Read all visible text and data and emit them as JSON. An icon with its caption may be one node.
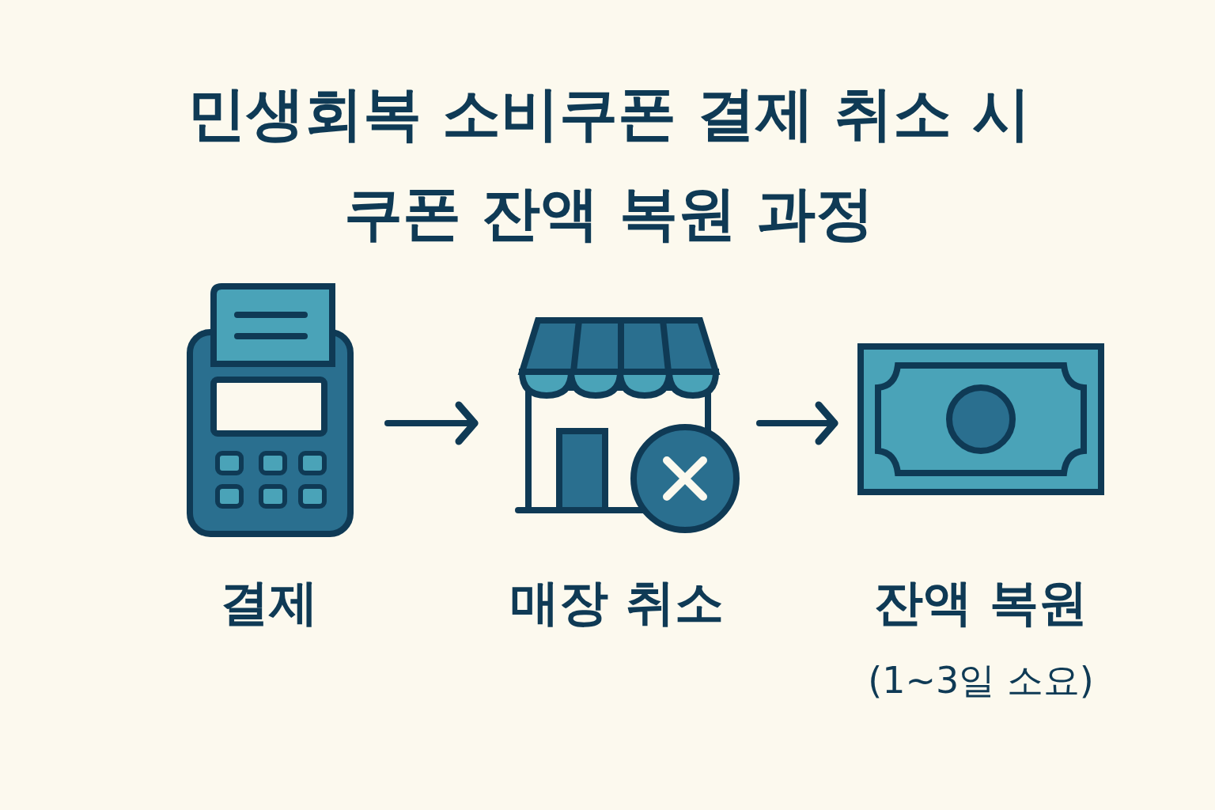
{
  "diagram": {
    "title": "민생회복 소비쿠폰 결제 취소 시 쿠폰 잔액 복원 과정",
    "nodes": [
      {
        "text": [
          "결제"
        ]
      },
      {
        "text": [
          "매장 취소"
        ]
      },
      {
        "text": [
          "잔액 복원"
        ]
      }
    ],
    "edges": [
      {
        "from": 0,
        "to": 1,
        "arrow": "to"
      },
      {
        "from": 1,
        "to": 2,
        "arrow": "to"
      }
    ],
    "labels": [
      "(1~3일 소요)"
    ]
  }
}
